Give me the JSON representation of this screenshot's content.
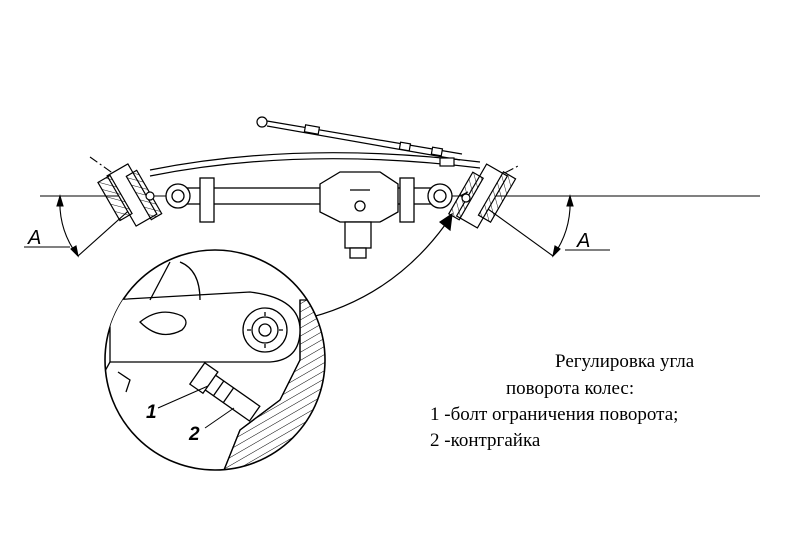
{
  "labels": {
    "angle_left": "A",
    "angle_right": "A",
    "callout_1": "1",
    "callout_2": "2"
  },
  "caption": {
    "line1": "Регулировка  угла",
    "line2": "поворота  колес:",
    "line3": "1 -болт ограничения поворота;",
    "line4": "2  -контргайка"
  },
  "colors": {
    "ink": "#000000",
    "paper": "#ffffff"
  }
}
